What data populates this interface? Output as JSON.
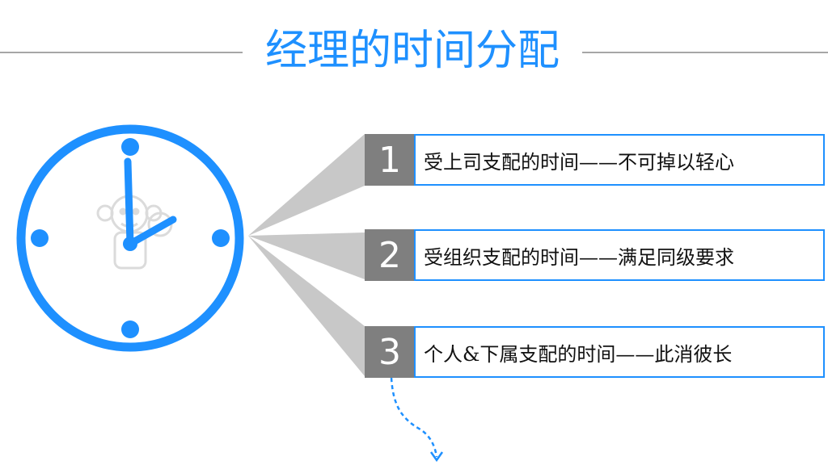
{
  "title": "经理的时间分配",
  "items": [
    {
      "number": "1",
      "text": "受上司支配的时间——不可掉以轻心"
    },
    {
      "number": "2",
      "text": "受组织支配的时间——满足同级要求"
    },
    {
      "number": "3",
      "text": "个人&下属支配的时间——此消彼长"
    }
  ],
  "colors": {
    "accent": "#1e90ff",
    "gray": "#7f7f7f",
    "funnel": "#c8c8c8",
    "rule": "#a6a6a6"
  }
}
